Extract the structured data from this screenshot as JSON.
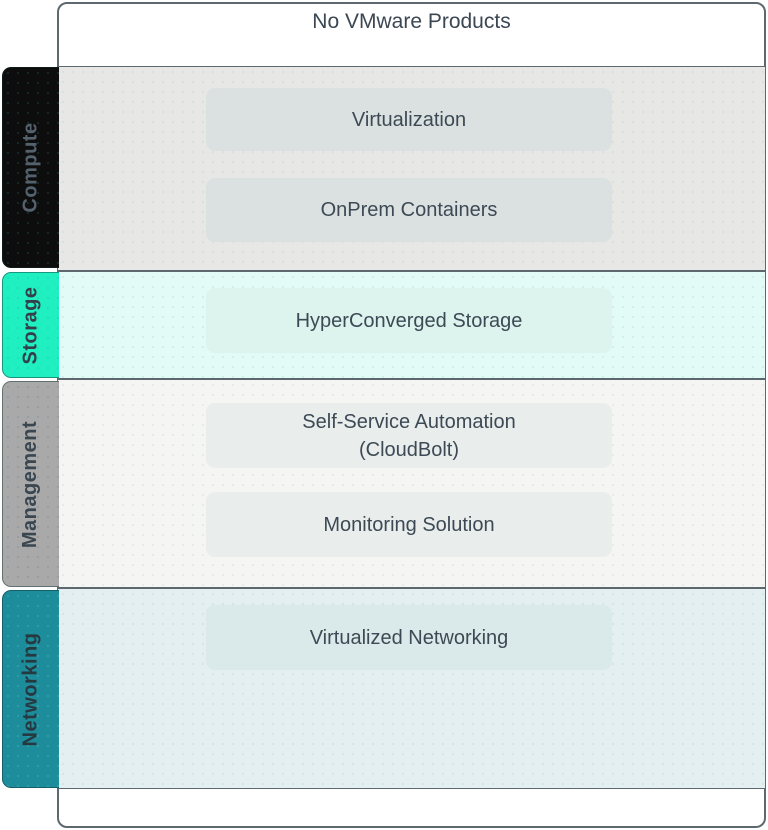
{
  "title": "No VMware Products",
  "colors": {
    "border": "#5d686f",
    "text": "#3d4a55",
    "compute_tab": "#0d0d0d",
    "storage_tab": "#20efc2",
    "management_tab": "#a9a9a9",
    "networking_tab": "#1d8d9c",
    "compute_bg": "#e7e7e6",
    "storage_bg": "#e2fbf6",
    "management_bg": "#f5f5f4",
    "networking_bg": "#e3eff0"
  },
  "sections": [
    {
      "label": "Compute",
      "items": [
        {
          "label": "Virtualization"
        },
        {
          "label": "OnPrem Containers"
        }
      ]
    },
    {
      "label": "Storage",
      "items": [
        {
          "label": "HyperConverged Storage"
        }
      ]
    },
    {
      "label": "Management",
      "items": [
        {
          "label": "Self-Service Automation\n(CloudBolt)"
        },
        {
          "label": "Monitoring Solution"
        }
      ]
    },
    {
      "label": "Networking",
      "items": [
        {
          "label": "Virtualized Networking"
        }
      ]
    }
  ]
}
